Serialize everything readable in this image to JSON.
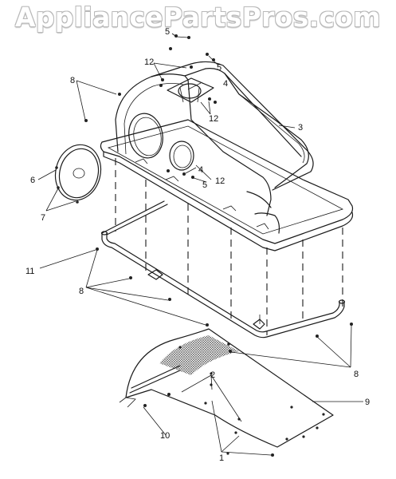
{
  "watermark": {
    "text": "AppliancePartsPros.com"
  },
  "callouts": {
    "c1": "1",
    "c2": "2",
    "c3": "3",
    "c4a": "4",
    "c4b": "4",
    "c5a": "5",
    "c5b": "5",
    "c5c": "5",
    "c6": "6",
    "c7": "7",
    "c8a": "8",
    "c8b": "8",
    "c8c": "8",
    "c9": "9",
    "c10": "10",
    "c11": "11",
    "c12a": "12",
    "c12b": "12",
    "c12c": "12"
  },
  "colors": {
    "line": "#1a1a1a",
    "watermark_outline": "#b9b9b9"
  }
}
